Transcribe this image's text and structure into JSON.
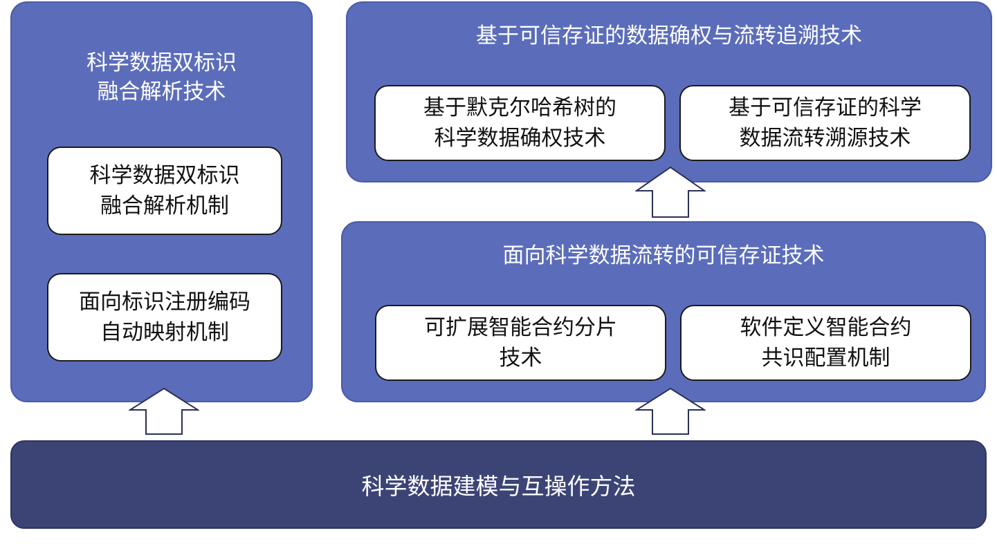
{
  "colors": {
    "panel_fill": "#5b6dba",
    "base_fill": "#3c4476",
    "box_fill": "#ffffff",
    "box_border": "#1a1a1a",
    "arrow_fill": "#ffffff",
    "arrow_stroke": "#2a2f55"
  },
  "left_panel": {
    "title": "科学数据双标识\n融合解析技术",
    "boxes": [
      {
        "text": "科学数据双标识\n融合解析机制"
      },
      {
        "text": "面向标识注册编码\n自动映射机制"
      }
    ]
  },
  "top_right_panel": {
    "title": "基于可信存证的数据确权与流转追溯技术",
    "boxes": [
      {
        "text": "基于默克尔哈希树的\n科学数据确权技术"
      },
      {
        "text": "基于可信存证的科学\n数据流转溯源技术"
      }
    ]
  },
  "middle_right_panel": {
    "title": "面向科学数据流转的可信存证技术",
    "boxes": [
      {
        "text": "可扩展智能合约分片\n技术"
      },
      {
        "text": "软件定义智能合约\n共识配置机制"
      }
    ]
  },
  "base_bar": {
    "title": "科学数据建模与互操作方法"
  }
}
